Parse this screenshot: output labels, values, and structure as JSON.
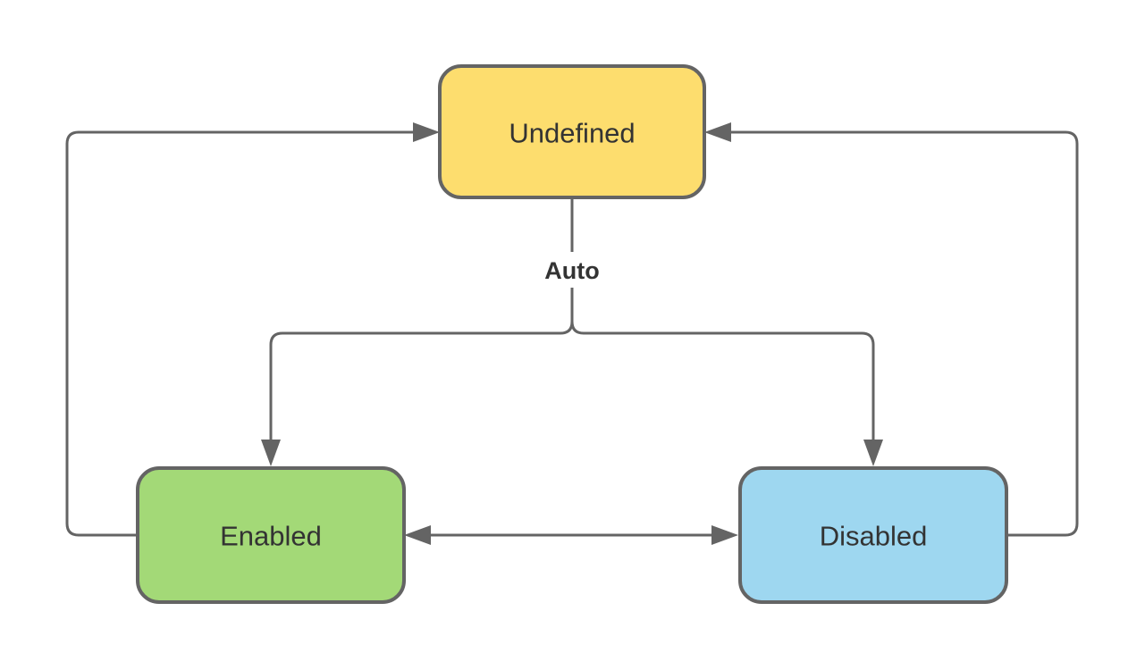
{
  "diagram": {
    "type": "state-diagram",
    "background_color": "#ffffff",
    "stroke_color": "#646464",
    "text_color": "#333333",
    "nodes": {
      "undefined": {
        "label": "Undefined",
        "fill": "#FDDD6E"
      },
      "enabled": {
        "label": "Enabled",
        "fill": "#A3D977"
      },
      "disabled": {
        "label": "Disabled",
        "fill": "#9ED7F0"
      }
    },
    "edges": {
      "auto_label": "Auto",
      "transitions": [
        {
          "from": "undefined",
          "to": "enabled",
          "label": "Auto"
        },
        {
          "from": "undefined",
          "to": "disabled",
          "label": "Auto"
        },
        {
          "from": "enabled",
          "to": "undefined",
          "label": ""
        },
        {
          "from": "disabled",
          "to": "undefined",
          "label": ""
        },
        {
          "from": "enabled",
          "to": "disabled",
          "label": "",
          "bidirectional": true
        }
      ]
    }
  }
}
